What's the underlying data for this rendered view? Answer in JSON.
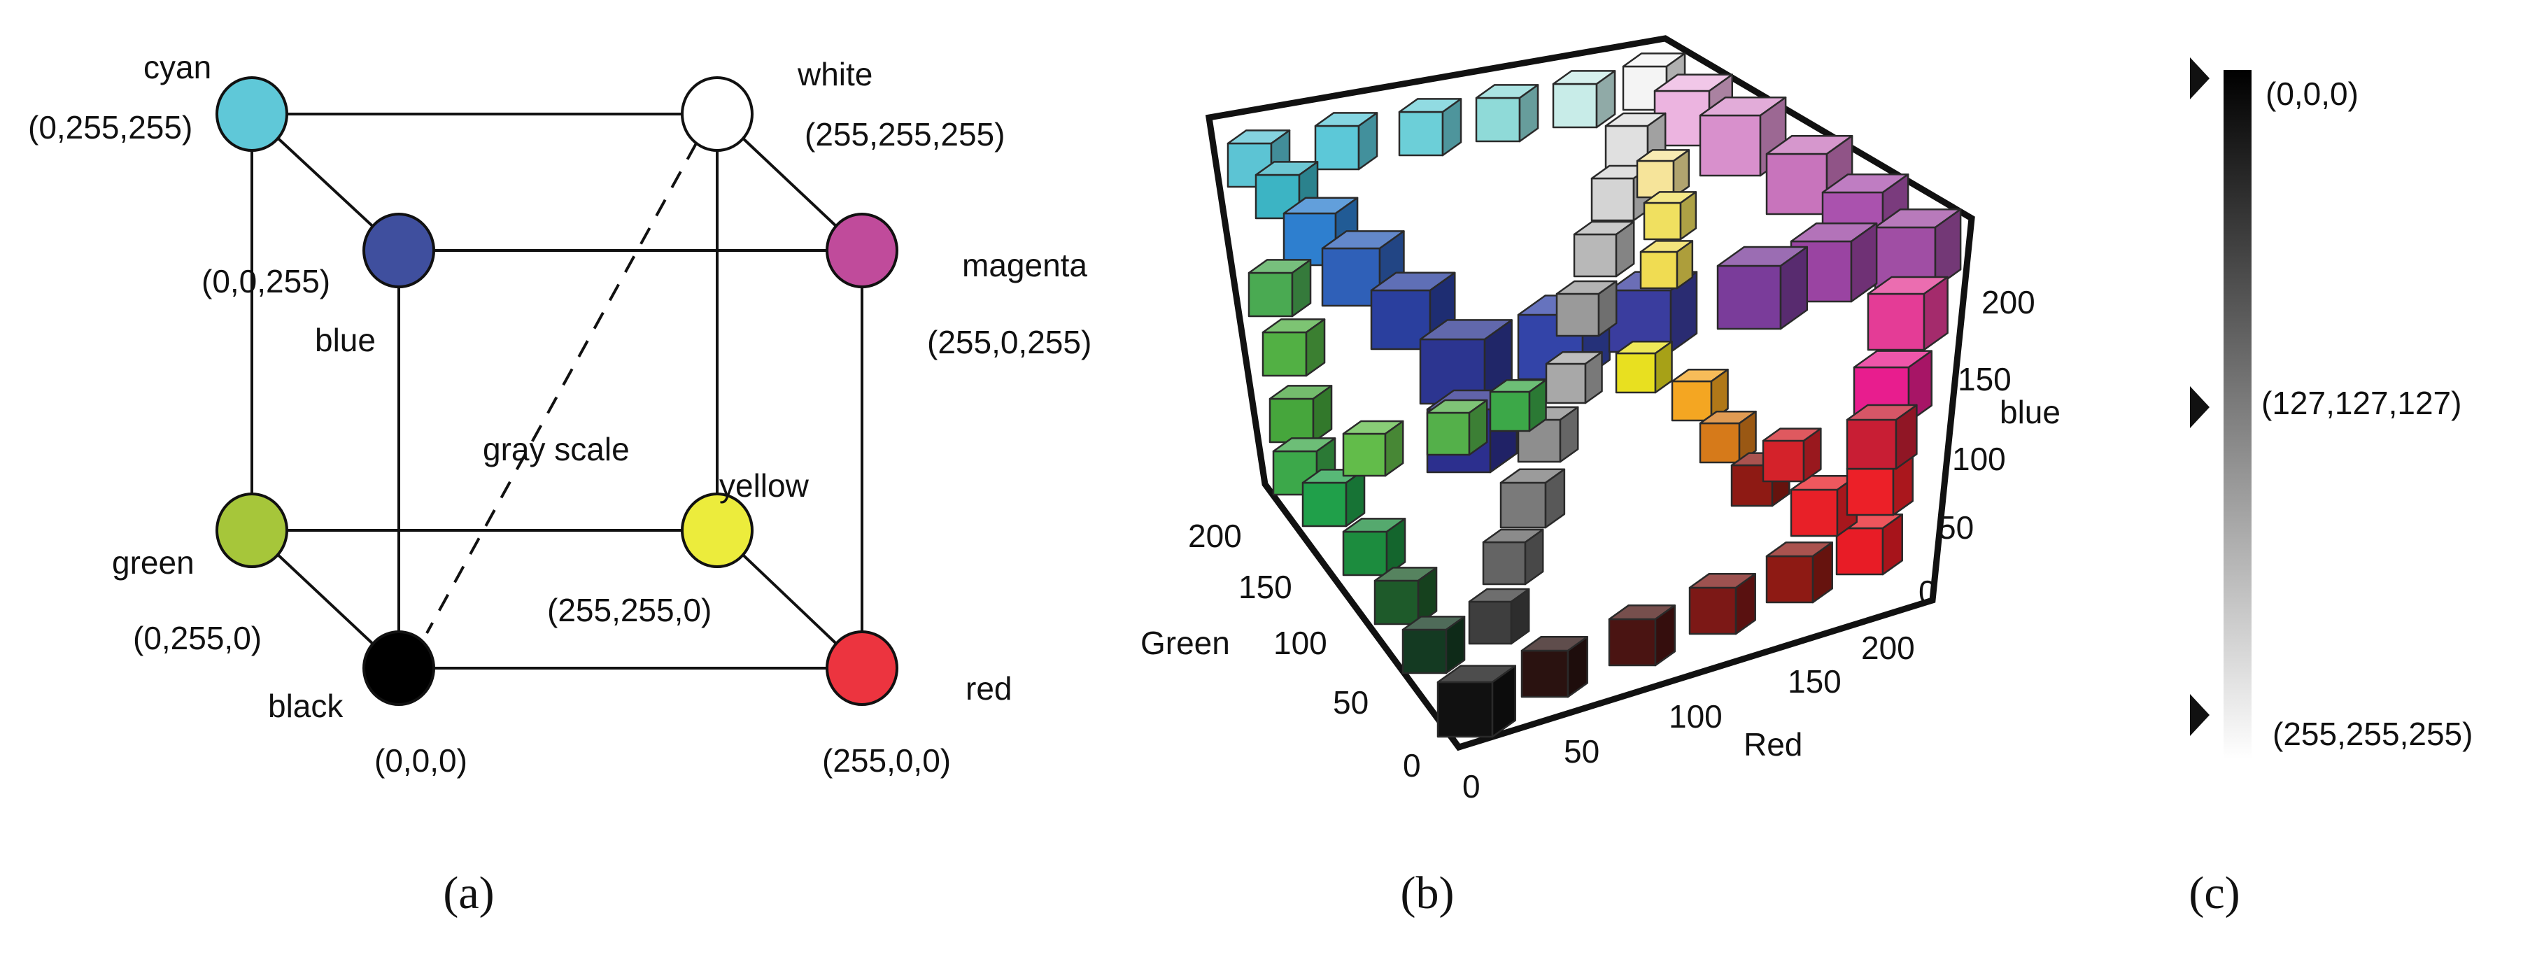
{
  "panel_a": {
    "caption": "(a)",
    "nodes": {
      "cyan": {
        "name": "cyan",
        "coord": "(0,255,255)",
        "color": "#5fc8d8"
      },
      "white": {
        "name": "white",
        "coord": "(255,255,255)",
        "color": "#ffffff"
      },
      "blue": {
        "name": "blue",
        "coord": "(0,0,255)",
        "color": "#3f4f9e"
      },
      "magenta": {
        "name": "magenta",
        "coord": "(255,0,255)",
        "color": "#c04b9b"
      },
      "green": {
        "name": "green",
        "coord": "(0,255,0)",
        "color": "#a6c63a"
      },
      "yellow": {
        "name": "yellow",
        "coord": "(255,255,0)",
        "color": "#ecec3c"
      },
      "black": {
        "name": "black",
        "coord": "(0,0,0)",
        "color": "#000000"
      },
      "red": {
        "name": "red",
        "coord": "(255,0,0)",
        "color": "#ec343f"
      }
    },
    "diagonal_label": "gray scale"
  },
  "panel_b": {
    "caption": "(b)",
    "axes": {
      "red": {
        "label": "Red",
        "ticks": [
          "0",
          "50",
          "100",
          "150",
          "200"
        ]
      },
      "green": {
        "label": "Green",
        "ticks": [
          "0",
          "50",
          "100",
          "150",
          "200"
        ]
      },
      "blue": {
        "label": "blue",
        "ticks": [
          "0",
          "50",
          "100",
          "150",
          "200"
        ]
      }
    },
    "cube_color_samples": [
      "#5cc4d4",
      "#2e7fcf",
      "#2c3590",
      "#c67fc2",
      "#9a3fa6",
      "#e81d8e",
      "#f0e060",
      "#f4a622",
      "#c86a1a",
      "#8e1a14",
      "#ec2028",
      "#4aaa52",
      "#1e5a2a",
      "#8e8e8e",
      "#d0d0d0",
      "#ffffff",
      "#111111"
    ]
  },
  "panel_c": {
    "caption": "(c)",
    "labels": {
      "top": "(0,0,0)",
      "mid": "(127,127,127)",
      "bottom": "(255,255,255)"
    },
    "gradient": {
      "start": "#000000",
      "end": "#ffffff"
    }
  }
}
